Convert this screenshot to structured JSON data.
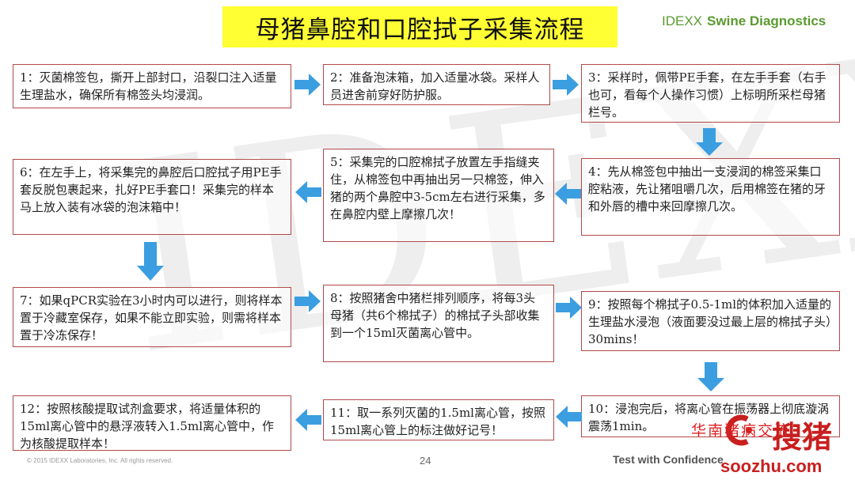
{
  "watermark": "IDEXX",
  "title": "母猪鼻腔和口腔拭子采集流程",
  "brand": {
    "name": "IDEXX",
    "suffix": "Swine Diagnostics"
  },
  "steps": [
    {
      "text": "1：灭菌棉签包，撕开上部封口，沿裂口注入适量生理盐水，确保所有棉签头均浸润。"
    },
    {
      "text": "2：准备泡沫箱，加入适量冰袋。采样人员进舍前穿好防护服。"
    },
    {
      "text": "3：采样时，佩带PE手套，在左手手套（右手也可，看每个人操作习惯）上标明所采栏母猪栏号。"
    },
    {
      "text": "4：先从棉签包中抽出一支浸润的棉签采集口腔粘液，先让猪咀嚼几次，后用棉签在猪的牙和外唇的槽中来回摩擦几次。"
    },
    {
      "text": "5：采集完的口腔棉拭子放置左手指缝夹住，从棉签包中再抽出另一只棉签，伸入猪的两个鼻腔中3-5cm左右进行采集，多在鼻腔内壁上摩擦几次！"
    },
    {
      "text": "6：在左手上，将采集完的鼻腔后口腔拭子用PE手套反脱包裹起来，扎好PE手套口！采集完的样本马上放入装有冰袋的泡沫箱中！"
    },
    {
      "text": "7：如果qPCR实验在3小时内可以进行，则将样本置于冷藏室保存，如果不能立即实验，则需将样本置于冷冻保存！"
    },
    {
      "text": "8：按照猪舍中猪栏排列顺序，将每3头母猪（共6个棉拭子）的棉拭子头部收集到一个15ml灭菌离心管中。"
    },
    {
      "text": "9：按照每个棉拭子0.5-1ml的体积加入适量的生理盐水浸泡（液面要没过最上层的棉拭子头）30mins！"
    },
    {
      "text": "10：浸泡完后，将离心管在振荡器上彻底漩涡震荡1min。"
    },
    {
      "text": "11：取一系列灭菌的1.5ml离心管，按照15ml离心管上的标注做好记号！"
    },
    {
      "text": "12：按照核酸提取试剂盒要求，将适量体积的15ml离心管中的悬浮液转入1.5ml离心管中，作为核酸提取样本！"
    }
  ],
  "footer": {
    "copyright": "© 2015 IDEXX Laboratories, Inc. All rights reserved.",
    "page": "24",
    "tagline": "Test with Confidence"
  },
  "overlay": {
    "account": "华南猪病交流",
    "logo": "搜猪",
    "url": "soozhu.com"
  },
  "colors": {
    "arrow": "#3b9ee0",
    "box_border": "#b24a4a",
    "title_bg": "#ffff33",
    "brand": "#5a9a2f"
  }
}
